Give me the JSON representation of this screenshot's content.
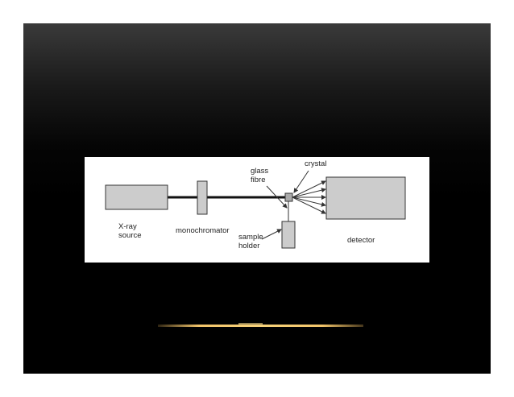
{
  "diagram": {
    "labels": {
      "xray_source": "X-ray\nsource",
      "monochromator": "monochromator",
      "glass_fibre": "glass\nfibre",
      "crystal": "crystal",
      "sample_holder": "sample\nholder",
      "detector": "detector"
    }
  },
  "colors": {
    "slide_background": "#000000",
    "figure_background": "#ffffff",
    "component_fill": "#cccccc",
    "outline": "#333333",
    "accent_underline": "#f2c46a"
  }
}
